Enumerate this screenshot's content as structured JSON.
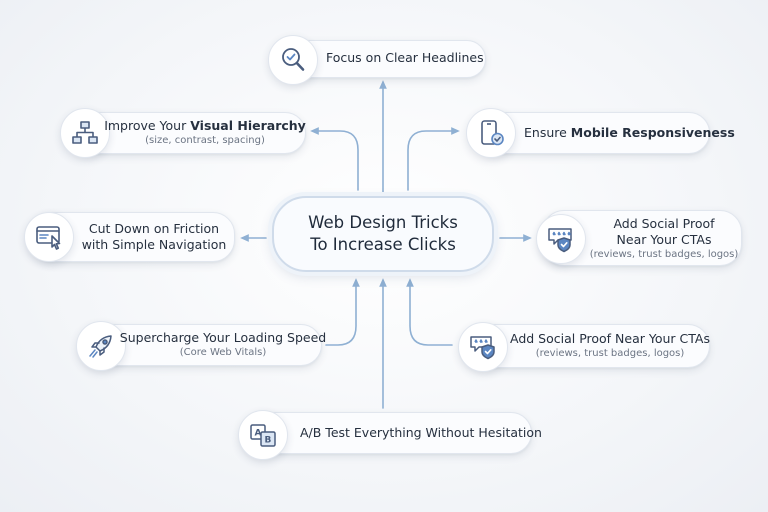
{
  "title": {
    "line1": "Web Design Tricks",
    "line2": "To Increase Clicks"
  },
  "nodes": [
    {
      "id": "headlines",
      "label": "Focus on Clear Headlines",
      "icon": "magnifier-check-icon"
    },
    {
      "id": "hierarchy",
      "label_plain": "Improve Your ",
      "label_bold": "Visual Hierarchy",
      "sub": "(size, contrast, spacing)",
      "icon": "hierarchy-chart-icon"
    },
    {
      "id": "mobile",
      "label_plain": "Ensure ",
      "label_bold": "Mobile Responsiveness",
      "icon": "mobile-check-icon"
    },
    {
      "id": "friction",
      "label_line1": "Cut Down on Friction",
      "label_line2": "with Simple Navigation",
      "icon": "browser-cursor-icon"
    },
    {
      "id": "social-proof-1",
      "label_line1": "Add Social Proof",
      "label_line2": "Near Your CTAs",
      "sub": "(reviews, trust badges, logos)",
      "icon": "review-shield-icon"
    },
    {
      "id": "speed",
      "label": "Supercharge Your Loading Speed",
      "sub": "(Core Web Vitals)",
      "icon": "rocket-icon"
    },
    {
      "id": "social-proof-2",
      "label": "Add Social Proof Near Your CTAs",
      "sub": "(reviews, trust badges, logos)",
      "icon": "review-shield-icon"
    },
    {
      "id": "ab-test",
      "label": "A/B Test Everything Without Hesitation",
      "icon": "ab-test-icon"
    }
  ],
  "colors": {
    "connector": "#8fb0d3",
    "icon_stroke": "#4a5d7e",
    "icon_accent": "#5b86c2"
  }
}
